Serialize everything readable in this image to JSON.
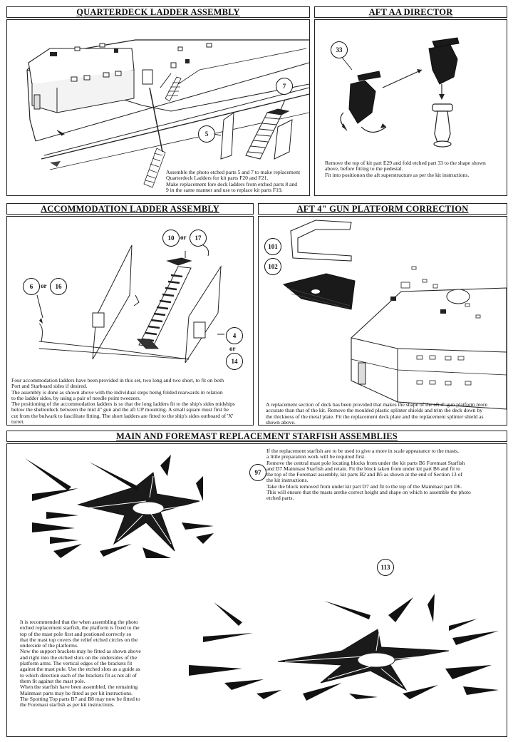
{
  "sections": {
    "quarterdeck": {
      "title": "QUARTERDECK LADDER ASSEMBLY",
      "callouts": [
        "5",
        "7"
      ],
      "text": [
        "Assemble the photo etched parts 5 and 7 to make replacement",
        "Quarterdeck Ladders for kit parts F20 and F21.",
        "Make replacement fore deck ladders from etched parts 8 and",
        "9 in the same manner and use to replace kit parts F19."
      ]
    },
    "aft_aa": {
      "title": "AFT AA DIRECTOR",
      "callouts": [
        "33"
      ],
      "text": [
        "Remove the top of kit part E29 and fold etched part 33 to the shape shown",
        "above, before fitting to the pedestal.",
        "Fit into positionon the aft superstructure as per the kit instructions."
      ]
    },
    "accommodation": {
      "title": "ACCOMMODATION LADDER ASSEMBLY",
      "callouts": {
        "top_a": "10",
        "top_b": "17",
        "left_a": "6",
        "left_b": "16",
        "right_a": "4",
        "right_b": "14",
        "or": "or"
      },
      "text": [
        "Four accommodation ladders have been provided in this set, two long and two short, to fit on both",
        "Port and Starboard sides if desired.",
        "The assembly is done as shown above with the individual steps being folded rearwards in relation",
        "to the ladder sides, by using a pair of needle point tweezers.",
        "The positioning of the accommodation ladders is so that the long ladders fit to the ship's sides midships",
        "below the shelterdeck between the mid 4\" gun and the aft UP mounting. A small square must first be",
        "cut from the bulwark to fascilitate fitting.  The short ladders are fitted to the ship's sides outboard of 'X'",
        "turret."
      ]
    },
    "gun_platform": {
      "title": "AFT 4\" GUN PLATFORM CORRECTION",
      "callouts": [
        "101",
        "102"
      ],
      "text": [
        "A replacement section of deck has been provided that makes the shape of the aft 4\" gun platform more",
        "accurate than that of the kit. Remove the moulded plastic splinter shields and trim the deck down by",
        "the thickness of the metal plate.  Fit the replacement deck plate and the replacement splinter shield as",
        "shown above."
      ]
    },
    "starfish": {
      "title": "MAIN AND FOREMAST REPLACEMENT STARFISH ASSEMBLIES",
      "callouts": [
        "97",
        "113"
      ],
      "text_right": [
        "If the replacement starfish are to be used to give a more in scale appearance to the masts,",
        "a little preparation work will be required first.",
        "Remove the central mast pole locating blocks from under the kit parts B6 Foremast Starfish",
        "and D7 Mainmast Starfish and retain. Fit the block taken from under kit part B6 and fit to",
        "the top of the Foremast assembly, kit parts B2 and B5 as shown at the end of Section 13 of",
        "the kit instructions.",
        "Take the block removed from under kit part D7 and fit to the top of the Mainmast part D6.",
        "This will ensure that the masts arethe correct height and shape on which to assemble the photo",
        "etched parts."
      ],
      "text_left": [
        "It is recommended that the when assembling the photo",
        "etched replacement starfish, the platform is fixed to the",
        "top of the mast pole first and postioned correctly so",
        "that the mast top covers the relief etched circles on the",
        "underside of the platforms.",
        "Now the support brackets may be fitted as shown above",
        "and right into the etched slots on the undersides of the",
        "platform arms. The vertical edges of the brackets fit",
        "against the mast pole.  Use the etched slots as a guide as",
        "to which direction each of the brackets fit as not all of",
        "them fit against the mast pole.",
        "When the starfish have been assembled, the remaining",
        "Mainmast parts may be fitted as per kit instructions.",
        "The Spotting Top parts B7 and B8 may now be fitted to",
        "the  Foremast  starfish  as  per  kit  instructions."
      ]
    }
  }
}
